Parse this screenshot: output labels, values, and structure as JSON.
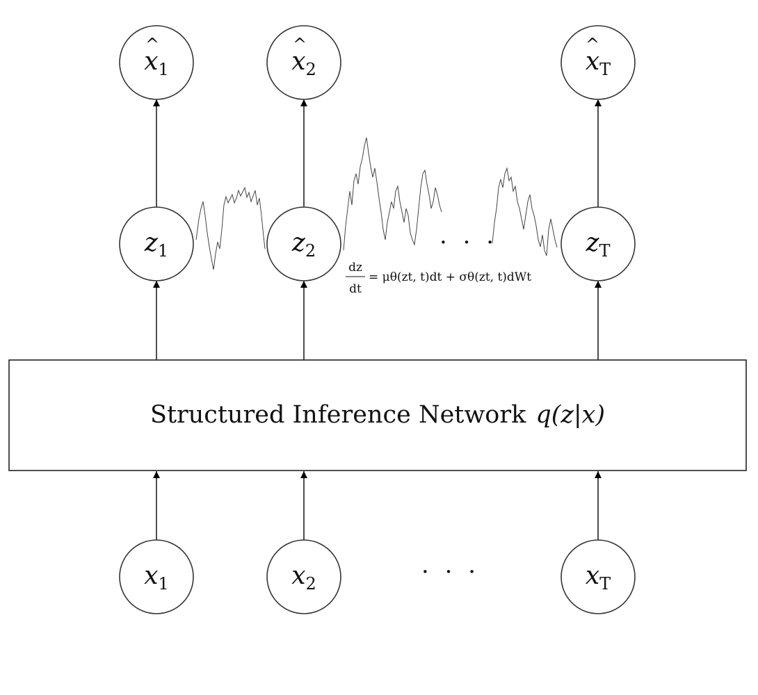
{
  "outputs": [
    {
      "base": "x",
      "hat": "^",
      "sub": "1"
    },
    {
      "base": "x",
      "hat": "^",
      "sub": "2"
    },
    {
      "base": "x",
      "hat": "^",
      "sub": "T"
    }
  ],
  "latents": [
    {
      "base": "z",
      "sub": "1"
    },
    {
      "base": "z",
      "sub": "2"
    },
    {
      "base": "z",
      "sub": "T"
    }
  ],
  "inputs": [
    {
      "base": "x",
      "sub": "1"
    },
    {
      "base": "x",
      "sub": "2"
    },
    {
      "base": "x",
      "sub": "T"
    }
  ],
  "ellipsis": "· · ·",
  "inference_box": {
    "label": "Structured Inference Network",
    "formula": "q(z|x)"
  },
  "sde": {
    "lhs_num": "dz",
    "lhs_den": "dt",
    "rhs": "= μθ(zt, t)dt + σθ(zt, t)dWt"
  }
}
